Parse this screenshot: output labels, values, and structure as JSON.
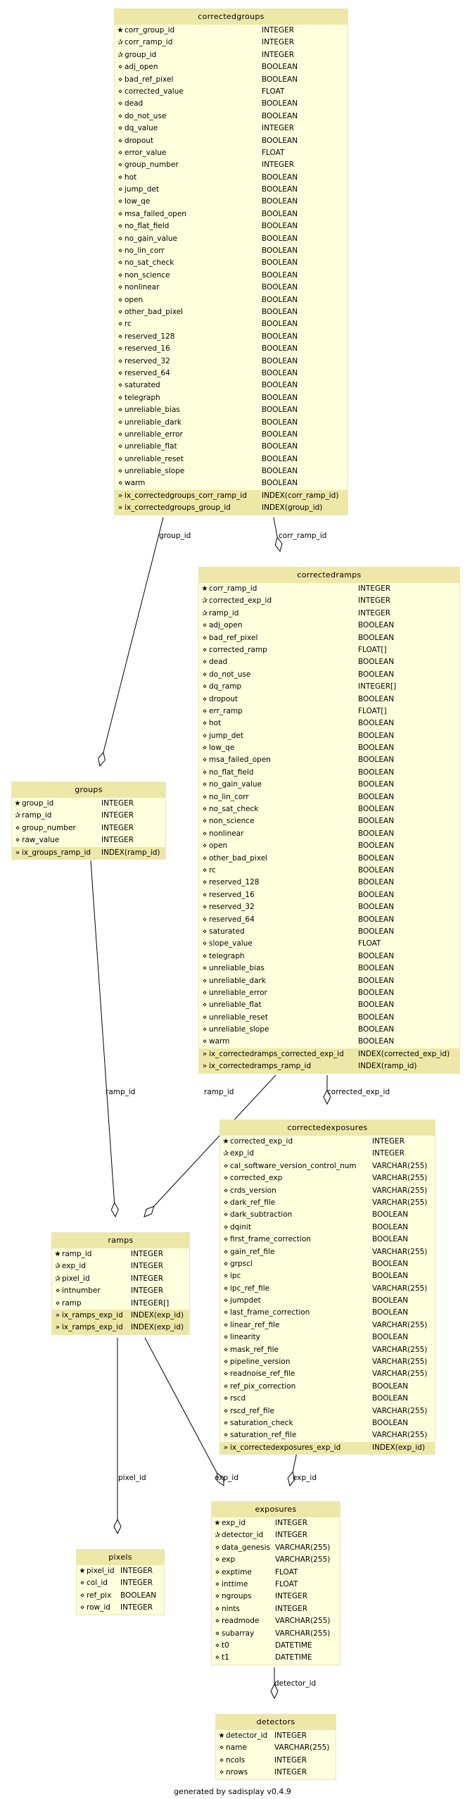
{
  "tables": [
    {
      "id": "correctedgroups",
      "title": "correctedgroups",
      "columns": [
        {
          "mark": "pk",
          "name": "corr_group_id",
          "type": "INTEGER"
        },
        {
          "mark": "fk",
          "name": "corr_ramp_id",
          "type": "INTEGER"
        },
        {
          "mark": "fk",
          "name": "group_id",
          "type": "INTEGER"
        },
        {
          "mark": "col",
          "name": "adj_open",
          "type": "BOOLEAN"
        },
        {
          "mark": "col",
          "name": "bad_ref_pixel",
          "type": "BOOLEAN"
        },
        {
          "mark": "col",
          "name": "corrected_value",
          "type": "FLOAT"
        },
        {
          "mark": "col",
          "name": "dead",
          "type": "BOOLEAN"
        },
        {
          "mark": "col",
          "name": "do_not_use",
          "type": "BOOLEAN"
        },
        {
          "mark": "col",
          "name": "dq_value",
          "type": "INTEGER"
        },
        {
          "mark": "col",
          "name": "dropout",
          "type": "BOOLEAN"
        },
        {
          "mark": "col",
          "name": "error_value",
          "type": "FLOAT"
        },
        {
          "mark": "col",
          "name": "group_number",
          "type": "INTEGER"
        },
        {
          "mark": "col",
          "name": "hot",
          "type": "BOOLEAN"
        },
        {
          "mark": "col",
          "name": "jump_det",
          "type": "BOOLEAN"
        },
        {
          "mark": "col",
          "name": "low_qe",
          "type": "BOOLEAN"
        },
        {
          "mark": "col",
          "name": "msa_failed_open",
          "type": "BOOLEAN"
        },
        {
          "mark": "col",
          "name": "no_flat_field",
          "type": "BOOLEAN"
        },
        {
          "mark": "col",
          "name": "no_gain_value",
          "type": "BOOLEAN"
        },
        {
          "mark": "col",
          "name": "no_lin_corr",
          "type": "BOOLEAN"
        },
        {
          "mark": "col",
          "name": "no_sat_check",
          "type": "BOOLEAN"
        },
        {
          "mark": "col",
          "name": "non_science",
          "type": "BOOLEAN"
        },
        {
          "mark": "col",
          "name": "nonlinear",
          "type": "BOOLEAN"
        },
        {
          "mark": "col",
          "name": "open",
          "type": "BOOLEAN"
        },
        {
          "mark": "col",
          "name": "other_bad_pixel",
          "type": "BOOLEAN"
        },
        {
          "mark": "col",
          "name": "rc",
          "type": "BOOLEAN"
        },
        {
          "mark": "col",
          "name": "reserved_128",
          "type": "BOOLEAN"
        },
        {
          "mark": "col",
          "name": "reserved_16",
          "type": "BOOLEAN"
        },
        {
          "mark": "col",
          "name": "reserved_32",
          "type": "BOOLEAN"
        },
        {
          "mark": "col",
          "name": "reserved_64",
          "type": "BOOLEAN"
        },
        {
          "mark": "col",
          "name": "saturated",
          "type": "BOOLEAN"
        },
        {
          "mark": "col",
          "name": "telegraph",
          "type": "BOOLEAN"
        },
        {
          "mark": "col",
          "name": "unreliable_bias",
          "type": "BOOLEAN"
        },
        {
          "mark": "col",
          "name": "unreliable_dark",
          "type": "BOOLEAN"
        },
        {
          "mark": "col",
          "name": "unreliable_error",
          "type": "BOOLEAN"
        },
        {
          "mark": "col",
          "name": "unreliable_flat",
          "type": "BOOLEAN"
        },
        {
          "mark": "col",
          "name": "unreliable_reset",
          "type": "BOOLEAN"
        },
        {
          "mark": "col",
          "name": "unreliable_slope",
          "type": "BOOLEAN"
        },
        {
          "mark": "col",
          "name": "warm",
          "type": "BOOLEAN"
        },
        {
          "mark": "idx",
          "name": "ix_correctedgroups_corr_ramp_id",
          "type": "INDEX(corr_ramp_id)"
        },
        {
          "mark": "idx",
          "name": "ix_correctedgroups_group_id",
          "type": "INDEX(group_id)"
        }
      ]
    },
    {
      "id": "correctedramps",
      "title": "correctedramps",
      "columns": [
        {
          "mark": "pk",
          "name": "corr_ramp_id",
          "type": "INTEGER"
        },
        {
          "mark": "fk",
          "name": "corrected_exp_id",
          "type": "INTEGER"
        },
        {
          "mark": "fk",
          "name": "ramp_id",
          "type": "INTEGER"
        },
        {
          "mark": "col",
          "name": "adj_open",
          "type": "BOOLEAN"
        },
        {
          "mark": "col",
          "name": "bad_ref_pixel",
          "type": "BOOLEAN"
        },
        {
          "mark": "col",
          "name": "corrected_ramp",
          "type": "FLOAT[]"
        },
        {
          "mark": "col",
          "name": "dead",
          "type": "BOOLEAN"
        },
        {
          "mark": "col",
          "name": "do_not_use",
          "type": "BOOLEAN"
        },
        {
          "mark": "col",
          "name": "dq_ramp",
          "type": "INTEGER[]"
        },
        {
          "mark": "col",
          "name": "dropout",
          "type": "BOOLEAN"
        },
        {
          "mark": "col",
          "name": "err_ramp",
          "type": "FLOAT[]"
        },
        {
          "mark": "col",
          "name": "hot",
          "type": "BOOLEAN"
        },
        {
          "mark": "col",
          "name": "jump_det",
          "type": "BOOLEAN"
        },
        {
          "mark": "col",
          "name": "low_qe",
          "type": "BOOLEAN"
        },
        {
          "mark": "col",
          "name": "msa_failed_open",
          "type": "BOOLEAN"
        },
        {
          "mark": "col",
          "name": "no_flat_field",
          "type": "BOOLEAN"
        },
        {
          "mark": "col",
          "name": "no_gain_value",
          "type": "BOOLEAN"
        },
        {
          "mark": "col",
          "name": "no_lin_corr",
          "type": "BOOLEAN"
        },
        {
          "mark": "col",
          "name": "no_sat_check",
          "type": "BOOLEAN"
        },
        {
          "mark": "col",
          "name": "non_science",
          "type": "BOOLEAN"
        },
        {
          "mark": "col",
          "name": "nonlinear",
          "type": "BOOLEAN"
        },
        {
          "mark": "col",
          "name": "open",
          "type": "BOOLEAN"
        },
        {
          "mark": "col",
          "name": "other_bad_pixel",
          "type": "BOOLEAN"
        },
        {
          "mark": "col",
          "name": "rc",
          "type": "BOOLEAN"
        },
        {
          "mark": "col",
          "name": "reserved_128",
          "type": "BOOLEAN"
        },
        {
          "mark": "col",
          "name": "reserved_16",
          "type": "BOOLEAN"
        },
        {
          "mark": "col",
          "name": "reserved_32",
          "type": "BOOLEAN"
        },
        {
          "mark": "col",
          "name": "reserved_64",
          "type": "BOOLEAN"
        },
        {
          "mark": "col",
          "name": "saturated",
          "type": "BOOLEAN"
        },
        {
          "mark": "col",
          "name": "slope_value",
          "type": "FLOAT"
        },
        {
          "mark": "col",
          "name": "telegraph",
          "type": "BOOLEAN"
        },
        {
          "mark": "col",
          "name": "unreliable_bias",
          "type": "BOOLEAN"
        },
        {
          "mark": "col",
          "name": "unreliable_dark",
          "type": "BOOLEAN"
        },
        {
          "mark": "col",
          "name": "unreliable_error",
          "type": "BOOLEAN"
        },
        {
          "mark": "col",
          "name": "unreliable_flat",
          "type": "BOOLEAN"
        },
        {
          "mark": "col",
          "name": "unreliable_reset",
          "type": "BOOLEAN"
        },
        {
          "mark": "col",
          "name": "unreliable_slope",
          "type": "BOOLEAN"
        },
        {
          "mark": "col",
          "name": "warm",
          "type": "BOOLEAN"
        },
        {
          "mark": "idx",
          "name": "ix_correctedramps_corrected_exp_id",
          "type": "INDEX(corrected_exp_id)"
        },
        {
          "mark": "idx",
          "name": "ix_correctedramps_ramp_id",
          "type": "INDEX(ramp_id)"
        }
      ]
    },
    {
      "id": "groups",
      "title": "groups",
      "columns": [
        {
          "mark": "pk",
          "name": "group_id",
          "type": "INTEGER"
        },
        {
          "mark": "fk",
          "name": "ramp_id",
          "type": "INTEGER"
        },
        {
          "mark": "col",
          "name": "group_number",
          "type": "INTEGER"
        },
        {
          "mark": "col",
          "name": "raw_value",
          "type": "INTEGER"
        },
        {
          "mark": "idx",
          "name": "ix_groups_ramp_id",
          "type": "INDEX(ramp_id)"
        }
      ]
    },
    {
      "id": "correctedexposures",
      "title": "correctedexposures",
      "columns": [
        {
          "mark": "pk",
          "name": "corrected_exp_id",
          "type": "INTEGER"
        },
        {
          "mark": "fk",
          "name": "exp_id",
          "type": "INTEGER"
        },
        {
          "mark": "col",
          "name": "cal_software_version_control_num",
          "type": "VARCHAR(255)"
        },
        {
          "mark": "col",
          "name": "corrected_exp",
          "type": "VARCHAR(255)"
        },
        {
          "mark": "col",
          "name": "crds_version",
          "type": "VARCHAR(255)"
        },
        {
          "mark": "col",
          "name": "dark_ref_file",
          "type": "VARCHAR(255)"
        },
        {
          "mark": "col",
          "name": "dark_subtraction",
          "type": "BOOLEAN"
        },
        {
          "mark": "col",
          "name": "dqinit",
          "type": "BOOLEAN"
        },
        {
          "mark": "col",
          "name": "first_frame_correction",
          "type": "BOOLEAN"
        },
        {
          "mark": "col",
          "name": "gain_ref_file",
          "type": "VARCHAR(255)"
        },
        {
          "mark": "col",
          "name": "grpscl",
          "type": "BOOLEAN"
        },
        {
          "mark": "col",
          "name": "ipc",
          "type": "BOOLEAN"
        },
        {
          "mark": "col",
          "name": "ipc_ref_file",
          "type": "VARCHAR(255)"
        },
        {
          "mark": "col",
          "name": "jumpdet",
          "type": "BOOLEAN"
        },
        {
          "mark": "col",
          "name": "last_frame_correction",
          "type": "BOOLEAN"
        },
        {
          "mark": "col",
          "name": "linear_ref_file",
          "type": "VARCHAR(255)"
        },
        {
          "mark": "col",
          "name": "linearity",
          "type": "BOOLEAN"
        },
        {
          "mark": "col",
          "name": "mask_ref_file",
          "type": "VARCHAR(255)"
        },
        {
          "mark": "col",
          "name": "pipeline_version",
          "type": "VARCHAR(255)"
        },
        {
          "mark": "col",
          "name": "readnoise_ref_file",
          "type": "VARCHAR(255)"
        },
        {
          "mark": "col",
          "name": "ref_pix_correction",
          "type": "BOOLEAN"
        },
        {
          "mark": "col",
          "name": "rscd",
          "type": "BOOLEAN"
        },
        {
          "mark": "col",
          "name": "rscd_ref_file",
          "type": "VARCHAR(255)"
        },
        {
          "mark": "col",
          "name": "saturation_check",
          "type": "BOOLEAN"
        },
        {
          "mark": "col",
          "name": "saturation_ref_file",
          "type": "VARCHAR(255)"
        },
        {
          "mark": "idx",
          "name": "ix_correctedexposures_exp_id",
          "type": "INDEX(exp_id)"
        }
      ]
    },
    {
      "id": "ramps",
      "title": "ramps",
      "columns": [
        {
          "mark": "pk",
          "name": "ramp_id",
          "type": "INTEGER"
        },
        {
          "mark": "fk",
          "name": "exp_id",
          "type": "INTEGER"
        },
        {
          "mark": "fk",
          "name": "pixel_id",
          "type": "INTEGER"
        },
        {
          "mark": "col",
          "name": "intnumber",
          "type": "INTEGER"
        },
        {
          "mark": "col",
          "name": "ramp",
          "type": "INTEGER[]"
        },
        {
          "mark": "idx",
          "name": "ix_ramps_exp_id",
          "type": "INDEX(exp_id)"
        },
        {
          "mark": "idx",
          "name": "ix_ramps_exp_id",
          "type": "INDEX(exp_id)"
        }
      ]
    },
    {
      "id": "exposures",
      "title": "exposures",
      "columns": [
        {
          "mark": "pk",
          "name": "exp_id",
          "type": "INTEGER"
        },
        {
          "mark": "fk",
          "name": "detector_id",
          "type": "INTEGER"
        },
        {
          "mark": "col",
          "name": "data_genesis",
          "type": "VARCHAR(255)"
        },
        {
          "mark": "col",
          "name": "exp",
          "type": "VARCHAR(255)"
        },
        {
          "mark": "col",
          "name": "exptime",
          "type": "FLOAT"
        },
        {
          "mark": "col",
          "name": "inttime",
          "type": "FLOAT"
        },
        {
          "mark": "col",
          "name": "ngroups",
          "type": "INTEGER"
        },
        {
          "mark": "col",
          "name": "nints",
          "type": "INTEGER"
        },
        {
          "mark": "col",
          "name": "readmode",
          "type": "VARCHAR(255)"
        },
        {
          "mark": "col",
          "name": "subarray",
          "type": "VARCHAR(255)"
        },
        {
          "mark": "col",
          "name": "t0",
          "type": "DATETIME"
        },
        {
          "mark": "col",
          "name": "t1",
          "type": "DATETIME"
        }
      ]
    },
    {
      "id": "pixels",
      "title": "pixels",
      "columns": [
        {
          "mark": "pk",
          "name": "pixel_id",
          "type": "INTEGER"
        },
        {
          "mark": "col",
          "name": "col_id",
          "type": "INTEGER"
        },
        {
          "mark": "col",
          "name": "ref_pix",
          "type": "BOOLEAN"
        },
        {
          "mark": "col",
          "name": "row_id",
          "type": "INTEGER"
        }
      ]
    },
    {
      "id": "detectors",
      "title": "detectors",
      "columns": [
        {
          "mark": "pk",
          "name": "detector_id",
          "type": "INTEGER"
        },
        {
          "mark": "col",
          "name": "name",
          "type": "VARCHAR(255)"
        },
        {
          "mark": "col",
          "name": "ncols",
          "type": "INTEGER"
        },
        {
          "mark": "col",
          "name": "nrows",
          "type": "INTEGER"
        }
      ]
    }
  ],
  "relations": [
    {
      "label": "group_id"
    },
    {
      "label": "corr_ramp_id"
    },
    {
      "label": "ramp_id"
    },
    {
      "label": "ramp_id"
    },
    {
      "label": "corrected_exp_id"
    },
    {
      "label": "pixel_id"
    },
    {
      "label": "exp_id"
    },
    {
      "label": "exp_id"
    },
    {
      "label": "detector_id"
    }
  ],
  "marks": {
    "pk": "★",
    "fk": "✰",
    "col": "⋄",
    "idx": "»"
  },
  "footer": "generated by sadisplay v0.4.9"
}
